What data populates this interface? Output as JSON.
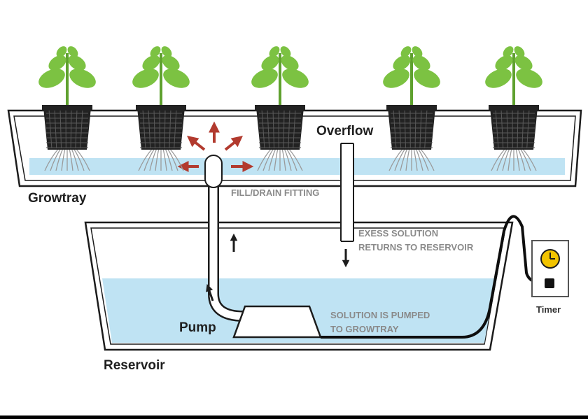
{
  "diagram": {
    "labels": {
      "overflow": "Overflow",
      "growtray": "Growtray",
      "fill_drain": "FILL/DRAIN FITTING",
      "excess_line1": "EXESS SOLUTION",
      "excess_line2": "RETURNS TO RESERVOIR",
      "pumped_line1": "SOLUTION IS PUMPED",
      "pumped_line2": "TO GROWTRAY",
      "pump": "Pump",
      "reservoir": "Reservoir",
      "timer": "Timer"
    },
    "plants": [
      "plant-1",
      "plant-2",
      "plant-3",
      "plant-4",
      "plant-5"
    ],
    "colors": {
      "water": "#bfe3f3",
      "leaf": "#7cc242",
      "leaf_dark": "#5fa12f",
      "pot": "#222222",
      "arrow_red": "#b23a2e",
      "timer_face": "#f2c400",
      "outline": "#1c1c1c"
    }
  }
}
